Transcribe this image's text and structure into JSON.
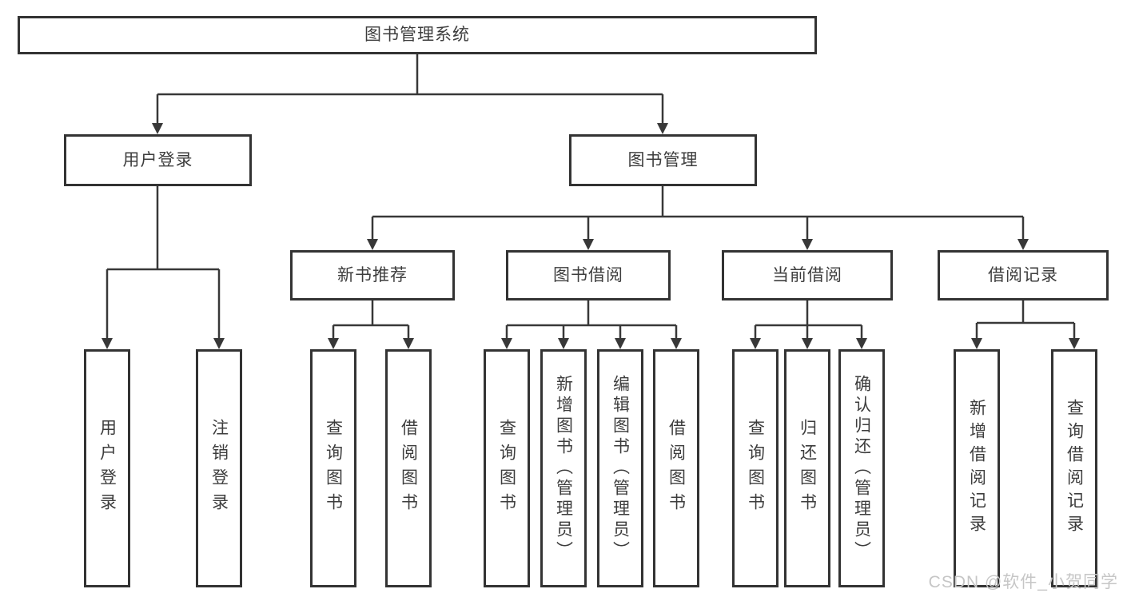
{
  "diagram": {
    "root": {
      "label": "图书管理系统"
    },
    "level2": [
      {
        "label": "用户登录",
        "children": [
          "用户登录",
          "注销登录"
        ]
      },
      {
        "label": "图书管理"
      }
    ],
    "level3": [
      {
        "label": "新书推荐",
        "children": [
          "查询图书",
          "借阅图书"
        ]
      },
      {
        "label": "图书借阅",
        "children": [
          "查询图书",
          "新增图书（管理员）",
          "编辑图书（管理员）",
          "借阅图书"
        ]
      },
      {
        "label": "当前借阅",
        "children": [
          "查询图书",
          "归还图书",
          "确认归还（管理员）"
        ]
      },
      {
        "label": "借阅记录",
        "children": [
          "新增借阅记录",
          "查询借阅记录"
        ]
      }
    ]
  },
  "colors": {
    "line": "#383838",
    "box_border": "#333333",
    "text": "#3d3d3d",
    "watermark": "#c6c6c6",
    "background": "#ffffff"
  },
  "watermark": "CSDN @软件_小贺同学"
}
